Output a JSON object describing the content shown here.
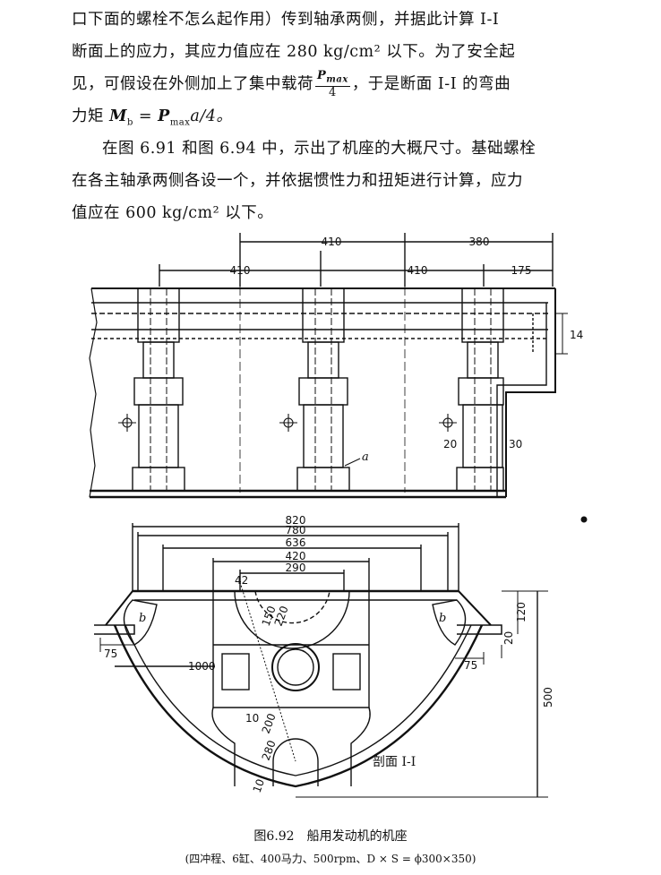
{
  "paragraph1": {
    "line1": "口下面的螺栓不怎么起作用）传到轴承两侧，并据此计算 I-I",
    "line2": "断面上的应力，其应力值应在 280 kg/cm² 以下。为了安全起",
    "line3_pre": "见，可假设在外侧加上了集中载荷",
    "frac_num": "P",
    "frac_num_sub": "max",
    "frac_den": "4",
    "line3_post": "，于是断面 I-I 的弯曲",
    "line4_pre": "力矩 ",
    "line4_M": "M",
    "line4_M_sub": "b",
    "line4_eq": " = ",
    "line4_P": "P",
    "line4_P_sub": "max",
    "line4_post": "a/4。"
  },
  "paragraph2": {
    "line1": "在图 6.91 和图 6.94 中，示出了机座的大概尺寸。基础螺栓",
    "line2": "在各主轴承两侧各设一个，并依据惯性力和扭矩进行计算，应力",
    "line3": "值应在 600 kg/cm² 以下。"
  },
  "figure": {
    "top_dims": [
      "410",
      "380",
      "410",
      "410",
      "175",
      "14",
      "20",
      "30",
      "a"
    ],
    "bottom_dims": [
      "820",
      "780",
      "636",
      "420",
      "290",
      "42",
      "150",
      "220",
      "1000",
      "120",
      "20",
      "75",
      "75",
      "500",
      "10",
      "200",
      "280",
      "10",
      "b",
      "b"
    ],
    "section_label": "剖面 I-I"
  },
  "caption": {
    "title": "图6.92　船用发动机的机座",
    "subtitle": "(四冲程、6缸、400马力、500rpm、D × S = ϕ300×350)"
  }
}
